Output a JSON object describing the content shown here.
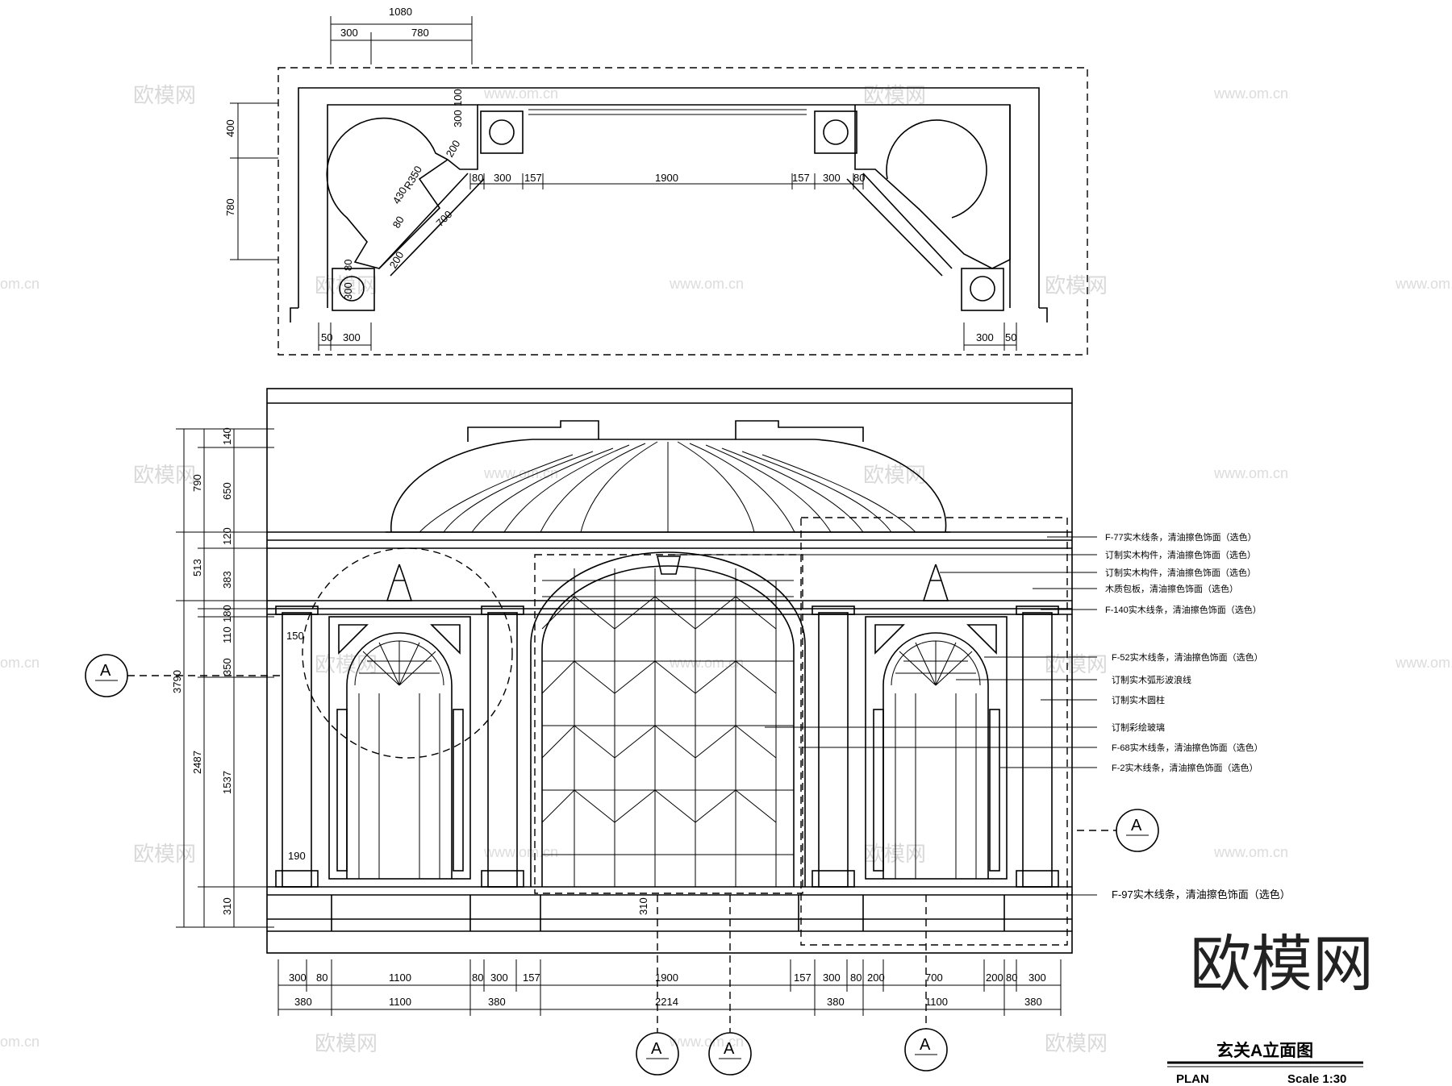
{
  "drawing": {
    "title": "玄关A立面图",
    "plan_label": "PLAN",
    "scale_label": "Scale 1:30",
    "section_letter": "A"
  },
  "watermarks": {
    "brand_big": "欧模网",
    "brand_small": "欧模网",
    "url": "www.om.cn",
    "url_short": "om.cn"
  },
  "plan_dims": {
    "top_total": "1080",
    "top_a": "300",
    "top_b": "780",
    "left_a": "400",
    "left_b": "780",
    "inner_a": "300",
    "inner_b": "100",
    "d200a": "200",
    "r350": "R350",
    "d430": "430",
    "d80a": "80",
    "d700": "700",
    "d200b": "200",
    "d80b": "80",
    "d300c": "300",
    "mid": [
      "80",
      "300",
      "157",
      "1900",
      "157",
      "300",
      "80"
    ],
    "bot_left": [
      "50",
      "300"
    ],
    "bot_right": [
      "300",
      "50"
    ]
  },
  "elev_dims": {
    "left_outer": [
      "790",
      "513",
      "2487"
    ],
    "total": "3790",
    "left_inner": [
      "140",
      "650",
      "120",
      "383",
      "180",
      "110",
      "350",
      "1537",
      "310"
    ],
    "d150": "150",
    "d190": "190",
    "d310": "310",
    "row1": [
      "300",
      "80",
      "1100",
      "80",
      "300",
      "157",
      "1900",
      "157",
      "300",
      "80",
      "200",
      "700",
      "200",
      "80",
      "300"
    ],
    "row2": [
      "380",
      "1100",
      "380",
      "2214",
      "380",
      "1100",
      "380"
    ]
  },
  "notes": [
    "F-77实木线条，清油擦色饰面（选色）",
    "订制实木构件，清油擦色饰面（选色）",
    "订制实木构件，清油擦色饰面（选色）",
    "木质包板，清油擦色饰面（选色）",
    "F-140实木线条，清油擦色饰面（选色）",
    "F-52实木线条，清油擦色饰面（选色）",
    "订制实木弧形波浪线",
    "订制实木圆柱",
    "订制彩绘玻璃",
    "F-68实木线条，清油擦色饰面（选色）",
    "F-2实木线条，清油擦色饰面（选色）",
    "F-97实木线条，清油擦色饰面（选色）"
  ]
}
